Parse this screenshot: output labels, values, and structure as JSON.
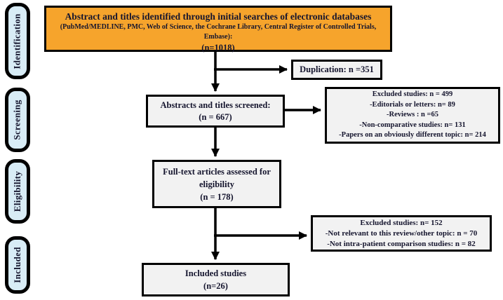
{
  "colors": {
    "identified_box_fill": "#F6A42C",
    "stage_tab_fill": "#D8ECF6",
    "flow_box_fill": "#F2F2F2",
    "border": "#000000",
    "text": "#15152E"
  },
  "stages": [
    {
      "label": "Identification"
    },
    {
      "label": "Screening"
    },
    {
      "label": "Eligibility"
    },
    {
      "label": "Included"
    }
  ],
  "boxes": {
    "identified": {
      "title": "Abstract and titles identified through initial searches of electronic databases",
      "sources": "(PubMed/MEDLINE,  PMC, Web of Science, the Cochrane Library,  Central Register of Controlled  Trials, Embase):",
      "count": "(n=1018)"
    },
    "duplication": {
      "label": "Duplication: n =351"
    },
    "screened": {
      "title": "Abstracts and titles screened:",
      "count": "(n = 667)"
    },
    "excluded_screening": {
      "lines": [
        "Excluded  studies: n = 499",
        "-Editorials  or letters: n= 89",
        "-Reviews : n =65",
        "-Non-comparative  studies: n= 131",
        "-Papers on an obviously  different  topic:  n= 214"
      ]
    },
    "fulltext": {
      "title": "Full-text  articles assessed for",
      "title2": "eligibility",
      "count": "(n = 178)"
    },
    "excluded_eligibility": {
      "lines": [
        "Excluded  studies: n= 152",
        "-Not relevant to this review/other  topic:  n = 70",
        "-Not intra-patient  comparison  studies: n = 82"
      ]
    },
    "included": {
      "title": "Included  studies",
      "count": "(n=26)"
    }
  }
}
